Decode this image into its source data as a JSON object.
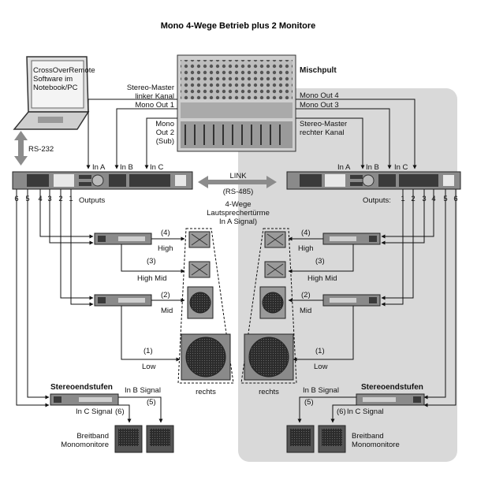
{
  "title": "Mono 4-Wege Betrieb plus 2 Monitore",
  "laptop": {
    "screen_text": "CrossOverRemote-Software im Notebook/PC",
    "link_label": "RS-232"
  },
  "mixer": {
    "label": "Mischpult",
    "left_outputs": [
      "Stereo-Master linker Kanal",
      "Mono Out 1",
      "Mono Out 2 (Sub)"
    ],
    "right_outputs": [
      "Mono Out 4",
      "Mono Out 3",
      "Stereo-Master rechter Kanal"
    ]
  },
  "crossover": {
    "inputs": [
      "In A",
      "In B",
      "In C"
    ],
    "left_outputs_label": "Outputs",
    "right_outputs_label": "Outputs:",
    "left_output_numbers": [
      "6",
      "5",
      "4",
      "3",
      "2",
      "1"
    ],
    "right_output_numbers": [
      "1",
      "2",
      "3",
      "4",
      "5",
      "6"
    ],
    "link_label": "LINK (RS-485)"
  },
  "towers": {
    "heading": "4-Wege Lautsprechertürme (In A Signal)",
    "bands": [
      {
        "num": "(4)",
        "name": "High"
      },
      {
        "num": "(3)",
        "name": "High Mid"
      },
      {
        "num": "(2)",
        "name": "Mid"
      },
      {
        "num": "(1)",
        "name": "Low"
      }
    ],
    "left_name": "rechts",
    "right_name": "rechts"
  },
  "monitors": {
    "amp_label": "Stereoendstufen",
    "in_b": "In B Signal",
    "in_c": "In C Signal",
    "ch_b": "(5)",
    "ch_c": "(6)",
    "label": "Breitband Monomonitore"
  },
  "colors": {
    "shade": "#d9d9d9",
    "device": "#8a8a8a",
    "device_dark": "#3a3a3a",
    "line": "#111111",
    "arrow": "#8c8c8c"
  }
}
